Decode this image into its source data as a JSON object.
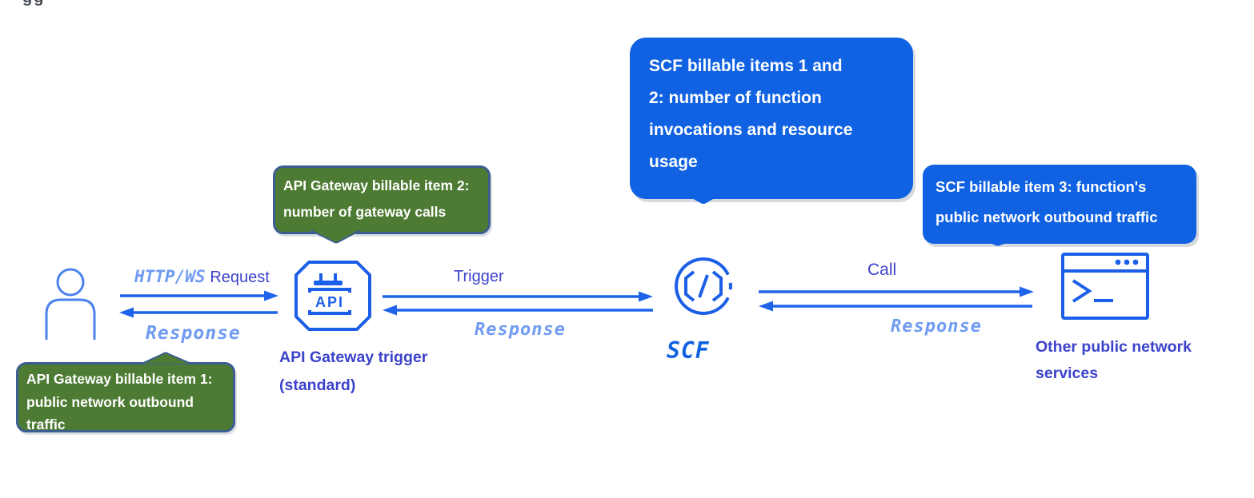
{
  "artifact": {
    "clipped_text": "gg"
  },
  "colors": {
    "bubble_blue": "#1062e2",
    "bubble_green": "#4e7b33",
    "bubble_green_border": "#3d5e92",
    "bubble_text": "#ffffff",
    "arrow_blue": "#1e63e9",
    "icon_blue": "#1b5fe8",
    "label_indigo": "#3c43cb",
    "tech_text_blue": "#6f9bf2"
  },
  "nodes": {
    "api_gateway": {
      "icon_caption": "API",
      "label_line1": "API Gateway trigger",
      "label_line2": "(standard)"
    },
    "scf": {
      "label": "SCF"
    },
    "other_services": {
      "label_line1": "Other public network",
      "label_line2": "services"
    }
  },
  "edges": {
    "user_to_api": {
      "protocol": "HTTP/WS",
      "forward": "Request",
      "back": "Response"
    },
    "api_to_scf": {
      "forward": "Trigger",
      "back": "Response"
    },
    "scf_to_services": {
      "forward": "Call",
      "back": "Response"
    }
  },
  "callouts": {
    "api_item2": {
      "style": "green",
      "lines": [
        "API Gateway billable item 2:",
        "number of gateway calls"
      ]
    },
    "api_item1": {
      "style": "green",
      "lines": [
        "API Gateway billable item 1:",
        "public network outbound",
        "traffic"
      ]
    },
    "scf_items_1_2": {
      "style": "blue",
      "lines": [
        "SCF billable items 1 and",
        "2: number of function",
        "invocations and resource",
        "usage"
      ]
    },
    "scf_item3": {
      "style": "blue",
      "lines": [
        "SCF billable item 3: function's",
        "public network outbound traffic"
      ]
    }
  }
}
